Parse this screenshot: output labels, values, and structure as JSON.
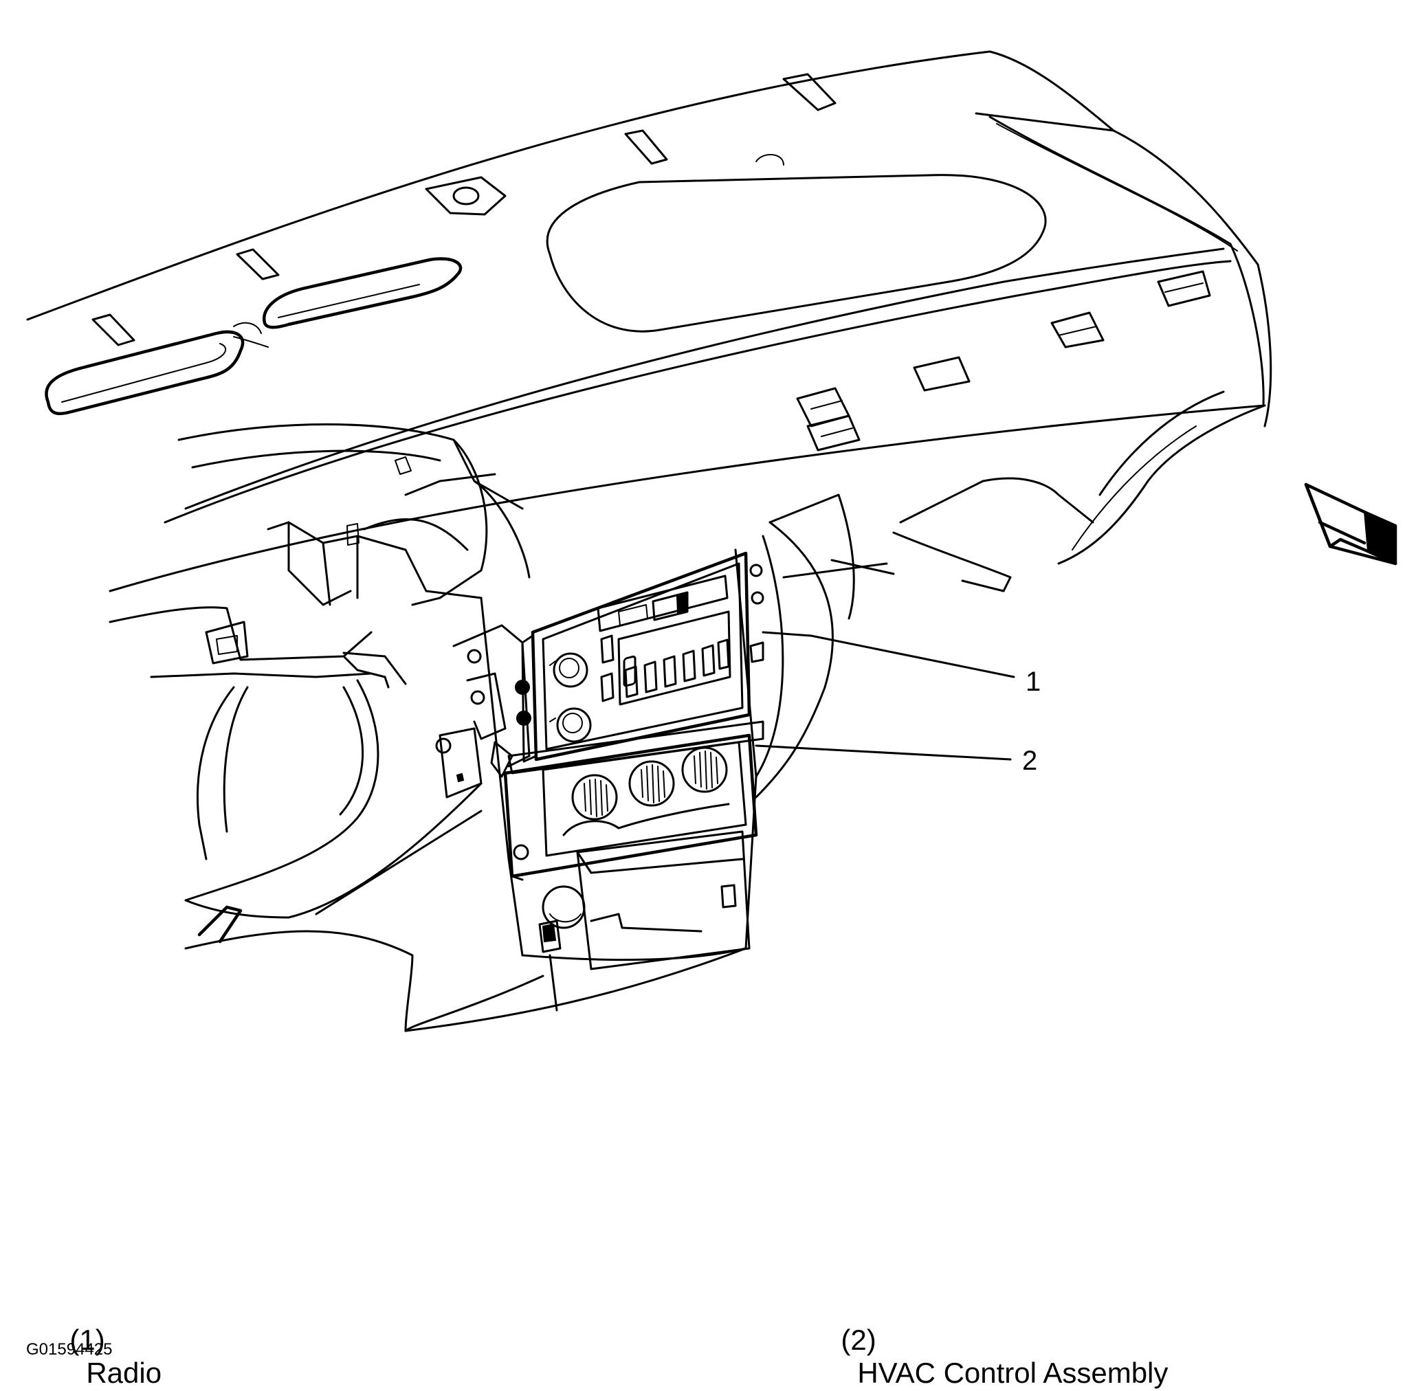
{
  "callouts": [
    {
      "number": "1"
    },
    {
      "number": "2"
    }
  ],
  "legend": [
    {
      "number": "(1)",
      "text": "Radio"
    },
    {
      "number": "(2)",
      "text": "HVAC Control Assembly"
    }
  ],
  "figure_code": "G01594425",
  "view_arrow_icon": "view-direction-arrow-icon"
}
